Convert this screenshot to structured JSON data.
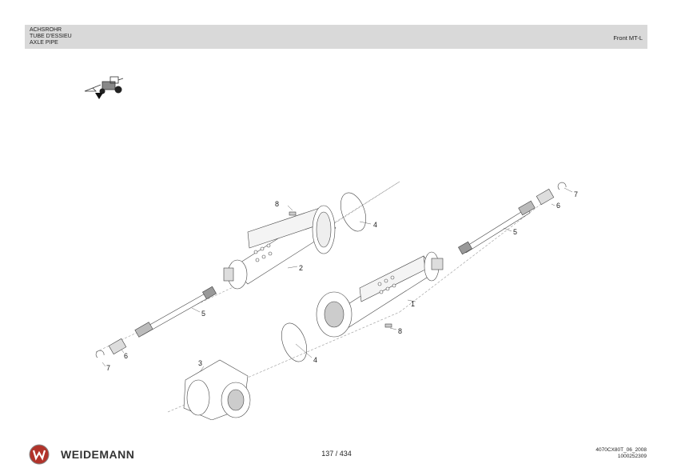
{
  "header": {
    "title_de": "ACHSROHR",
    "title_fr": "TUBE D'ESSIEU",
    "title_en": "AXLE PIPE",
    "model": "Front MT-L"
  },
  "diagram": {
    "callouts": [
      "1",
      "2",
      "3",
      "4",
      "4",
      "5",
      "5",
      "6",
      "6",
      "7",
      "7",
      "8",
      "8"
    ]
  },
  "footer": {
    "brand": "WEIDEMANN",
    "page": "137 / 434",
    "doc_code": "4070CX80T_06_2008",
    "doc_number": "1000252309"
  },
  "icons": [
    "machine-location-icon",
    "weidemann-logo-icon"
  ]
}
